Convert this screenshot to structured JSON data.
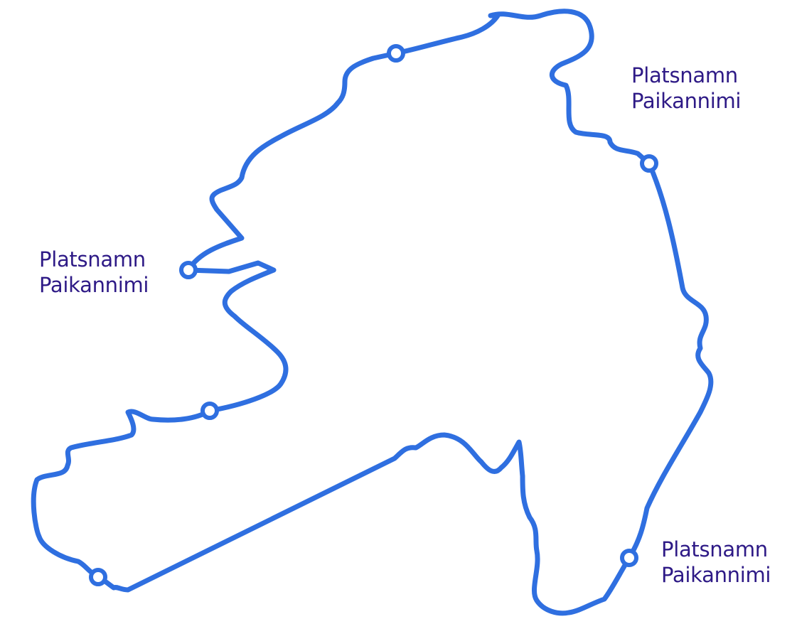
{
  "colors": {
    "route": "#2f6fe0",
    "label": "#2e1a86",
    "waypoint_fill": "#ffffff"
  },
  "labels": {
    "top_right": {
      "line1": "Platsnamn",
      "line2": "Paikannimi"
    },
    "left": {
      "line1": "Platsnamn",
      "line2": "Paikannimi"
    },
    "bottom_right": {
      "line1": "Platsnamn",
      "line2": "Paikannimi"
    }
  }
}
